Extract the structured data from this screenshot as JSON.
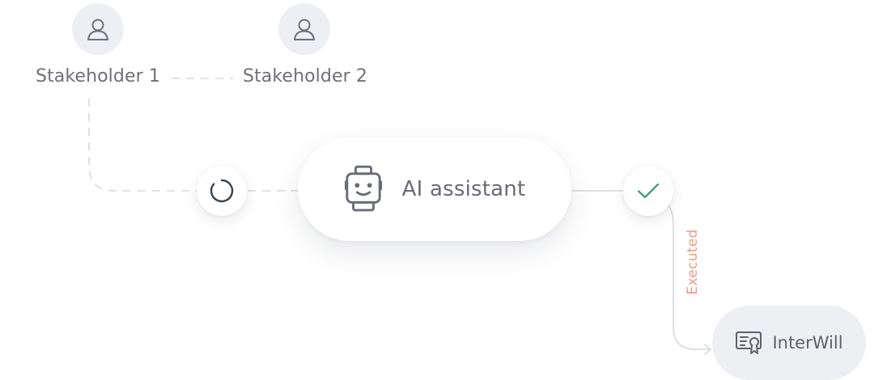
{
  "stakeholders": [
    {
      "label": "Stakeholder 1",
      "icon": "user-icon"
    },
    {
      "label": "Stakeholder 2",
      "icon": "user-icon"
    }
  ],
  "ai_assistant": {
    "label": "AI assistant",
    "icon": "robot-face-icon"
  },
  "pending_node": {
    "icon": "spinner-icon"
  },
  "approved_node": {
    "icon": "checkmark-icon"
  },
  "edge_labels": {
    "executed": "Executed"
  },
  "result": {
    "label": "InterWill",
    "icon": "certificate-icon"
  },
  "colors": {
    "background": "#ffffff",
    "avatar_fill": "#eeeff3",
    "text": "#6e7079",
    "dashed_line": "#d8dae0",
    "check": "#2e9a6a",
    "executed": "#ef9a84"
  }
}
